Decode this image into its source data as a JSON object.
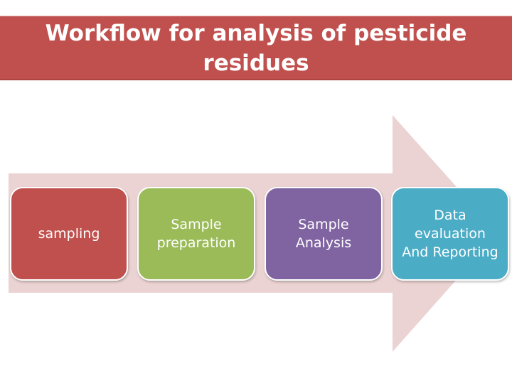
{
  "title": "Workflow for analysis of pesticide residues",
  "steps": [
    {
      "label": "sampling",
      "color": "#c0504d"
    },
    {
      "label": "Sample\npreparation",
      "color": "#9bbb59"
    },
    {
      "label": "Sample\nAnalysis",
      "color": "#8064a2"
    },
    {
      "label": "Data\nevaluation\nAnd Reporting",
      "color": "#4bacc6"
    }
  ],
  "colors": {
    "title_band": "#c0504d",
    "arrow": "#ebd3d3"
  }
}
